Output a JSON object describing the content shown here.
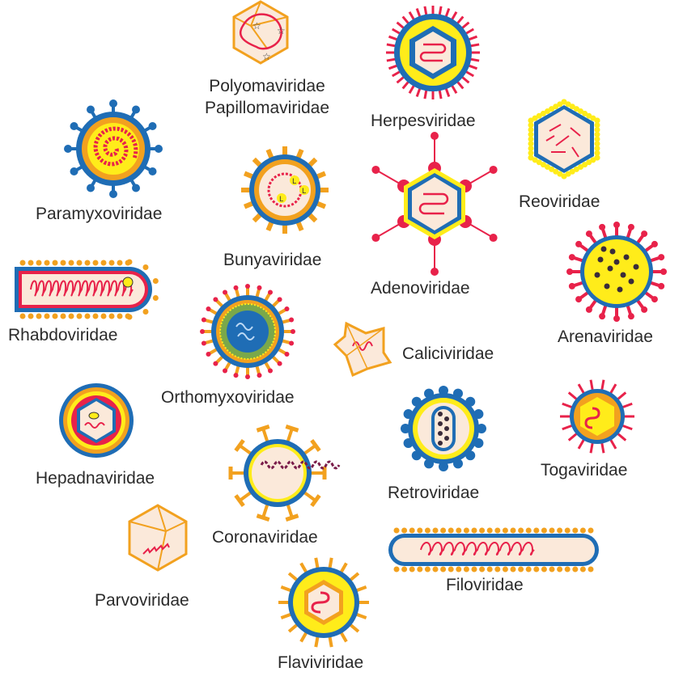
{
  "colors": {
    "blue": "#1f6db5",
    "yellow": "#ffec1a",
    "red": "#e8224a",
    "orange": "#f2a11f",
    "pink": "#f5b8c8",
    "cream": "#fbe9da",
    "green": "#7aa84a",
    "dark": "#3a2b3a"
  },
  "viruses": [
    {
      "name": "Polyomaviridae\nPapillomaviridae",
      "line1": "Polyomaviridae",
      "line2": "Papillomaviridae",
      "icon": "icosahedron-orange-icon"
    },
    {
      "name": "Herpesviridae",
      "icon": "hexagon-spiked-icon"
    },
    {
      "name": "Reoviridae",
      "icon": "hexagon-double-shell-icon"
    },
    {
      "name": "Paramyxoviridae",
      "icon": "spiral-nucleocapsid-icon"
    },
    {
      "name": "Bunyaviridae",
      "icon": "segmented-circle-icon"
    },
    {
      "name": "Adenoviridae",
      "icon": "hexagon-fibers-icon"
    },
    {
      "name": "Arenaviridae",
      "icon": "dotted-circle-icon"
    },
    {
      "name": "Rhabdoviridae",
      "icon": "bullet-shape-icon"
    },
    {
      "name": "Orthomyxoviridae",
      "icon": "layered-circle-icon"
    },
    {
      "name": "Caliciviridae",
      "icon": "star-capsid-icon"
    },
    {
      "name": "Hepadnaviridae",
      "icon": "ringed-hexagon-icon"
    },
    {
      "name": "Retroviridae",
      "icon": "cone-core-icon"
    },
    {
      "name": "Togaviridae",
      "icon": "hexagon-in-circle-icon"
    },
    {
      "name": "Coronaviridae",
      "icon": "crown-spikes-icon"
    },
    {
      "name": "Parvoviridae",
      "icon": "small-icosahedron-icon"
    },
    {
      "name": "Filoviridae",
      "icon": "filament-icon"
    },
    {
      "name": "Flaviviridae",
      "icon": "enveloped-hexagon-icon"
    }
  ]
}
